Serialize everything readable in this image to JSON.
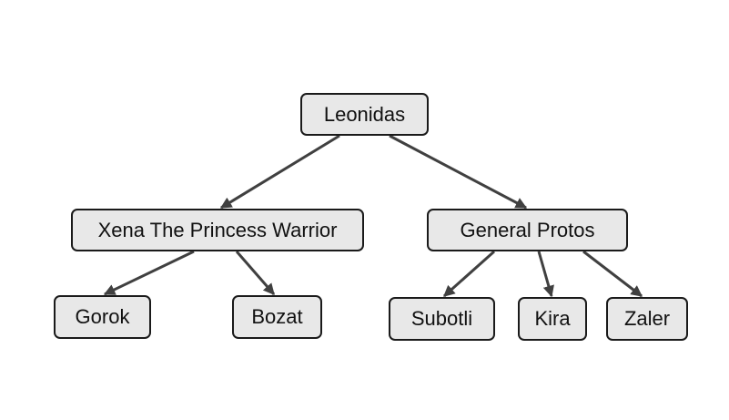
{
  "diagram": {
    "edge_color": "#404040",
    "node_fill": "#e8e8e8",
    "node_border": "#1a1a1a",
    "nodes": {
      "leonidas": {
        "label": "Leonidas"
      },
      "xena": {
        "label": "Xena The Princess Warrior"
      },
      "protos": {
        "label": "General Protos"
      },
      "gorok": {
        "label": "Gorok"
      },
      "bozat": {
        "label": "Bozat"
      },
      "subotli": {
        "label": "Subotli"
      },
      "kira": {
        "label": "Kira"
      },
      "zaler": {
        "label": "Zaler"
      }
    },
    "edges": [
      {
        "from": "leonidas",
        "to": "xena"
      },
      {
        "from": "leonidas",
        "to": "protos"
      },
      {
        "from": "xena",
        "to": "gorok"
      },
      {
        "from": "xena",
        "to": "bozat"
      },
      {
        "from": "protos",
        "to": "subotli"
      },
      {
        "from": "protos",
        "to": "kira"
      },
      {
        "from": "protos",
        "to": "zaler"
      }
    ]
  }
}
